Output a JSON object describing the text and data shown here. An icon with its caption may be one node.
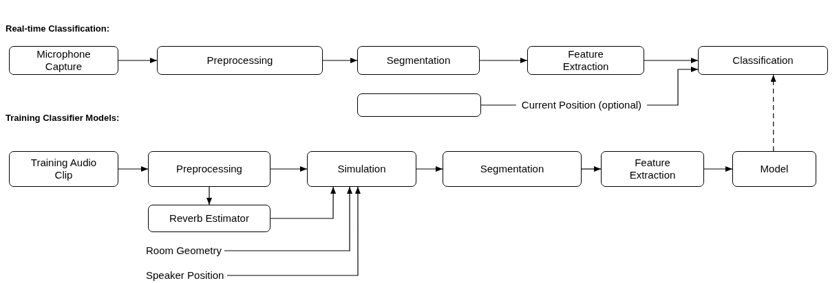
{
  "diagram": {
    "nodes": [
      {
        "text": [
          "Microphone Capture"
        ]
      },
      {
        "text": [
          "Preprocessing"
        ]
      },
      {
        "text": [
          "Segmentation"
        ]
      },
      {
        "text": [
          "Feature Extraction"
        ]
      },
      {
        "text": [
          "Classification"
        ]
      },
      {
        "text": [],
        "shape": "box"
      },
      {
        "text": [
          "Training Audio Clip"
        ]
      },
      {
        "text": [
          "Preprocessing"
        ]
      },
      {
        "text": [
          "Simulation"
        ]
      },
      {
        "text": [
          "Segmentation"
        ]
      },
      {
        "text": [
          "Feature Extraction"
        ]
      },
      {
        "text": [
          "Model"
        ]
      },
      {
        "text": [
          "Reverb Estimator"
        ]
      },
      {
        "text": [
          "Room Geometry"
        ]
      },
      {
        "text": [
          "Speaker Position"
        ]
      }
    ],
    "edges": [
      {
        "from": 0,
        "to": 1,
        "arrow": "to"
      },
      {
        "from": 1,
        "to": 2,
        "arrow": "to"
      },
      {
        "from": 2,
        "to": 3,
        "arrow": "to"
      },
      {
        "from": 3,
        "to": 4,
        "arrow": "to"
      },
      {
        "from": 5,
        "to": 4,
        "arrow": "to",
        "label": "Current Position (optional)"
      },
      {
        "from": 6,
        "to": 7,
        "arrow": "to"
      },
      {
        "from": 7,
        "to": 8,
        "arrow": "to"
      },
      {
        "from": 8,
        "to": 9,
        "arrow": "to"
      },
      {
        "from": 9,
        "to": 10,
        "arrow": "to"
      },
      {
        "from": 10,
        "to": 11,
        "arrow": "to"
      },
      {
        "from": 7,
        "to": 12,
        "arrow": "to"
      },
      {
        "from": 12,
        "to": 8,
        "arrow": "to"
      },
      {
        "from": 13,
        "to": 8,
        "arrow": "to"
      },
      {
        "from": 14,
        "to": 8,
        "arrow": "to"
      },
      {
        "from": 11,
        "to": 4,
        "arrow": "to",
        "style": "dashed"
      }
    ],
    "labels": [
      "Real-time Classification:",
      "Training Classifier Models:"
    ]
  }
}
